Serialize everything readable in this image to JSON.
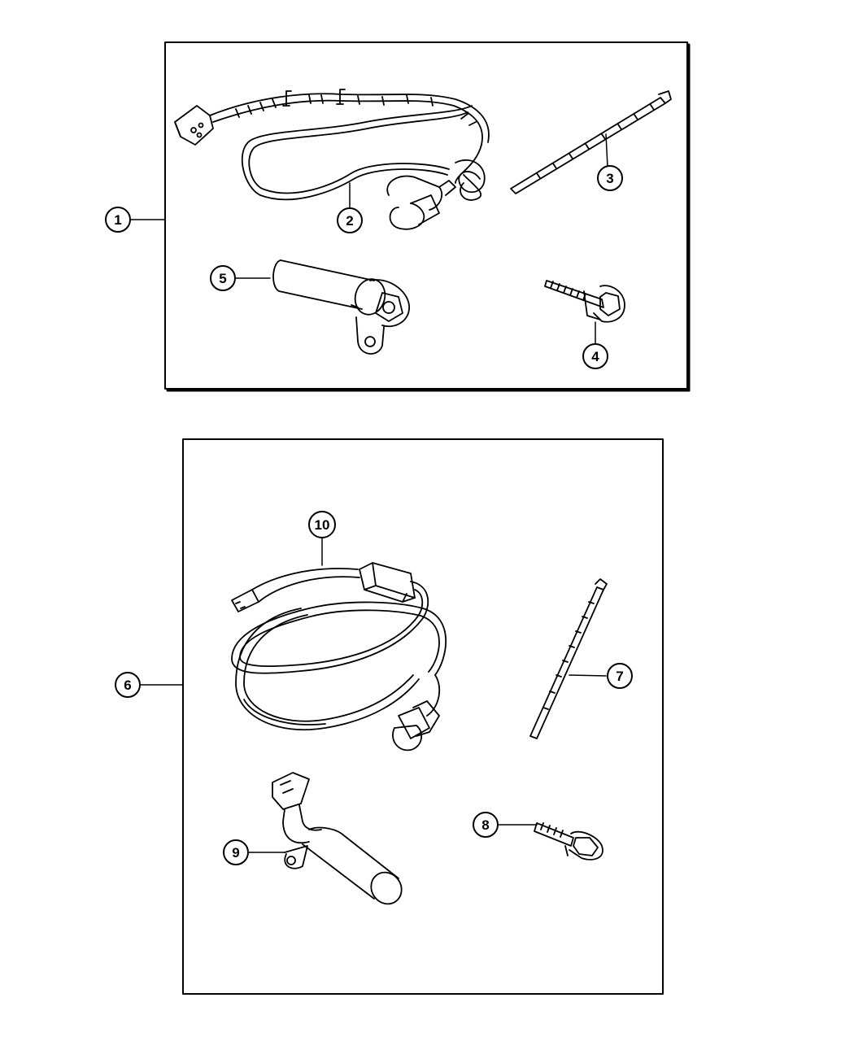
{
  "kits": [
    {
      "id": "kit-upper",
      "callout": "1"
    },
    {
      "id": "kit-lower",
      "callout": "6"
    }
  ],
  "parts": {
    "p2": {
      "callout": "2",
      "icon": "wiring-harness-icon"
    },
    "p3": {
      "callout": "3",
      "icon": "cable-tie-icon"
    },
    "p4": {
      "callout": "4",
      "icon": "bolt-icon"
    },
    "p5": {
      "callout": "5",
      "icon": "heater-element-icon"
    },
    "p7": {
      "callout": "7",
      "icon": "cable-tie-icon"
    },
    "p8": {
      "callout": "8",
      "icon": "bolt-icon"
    },
    "p9": {
      "callout": "9",
      "icon": "heater-element-icon"
    },
    "p10": {
      "callout": "10",
      "icon": "power-cord-icon"
    }
  },
  "colors": {
    "ink": "#000000",
    "paper": "#ffffff"
  }
}
